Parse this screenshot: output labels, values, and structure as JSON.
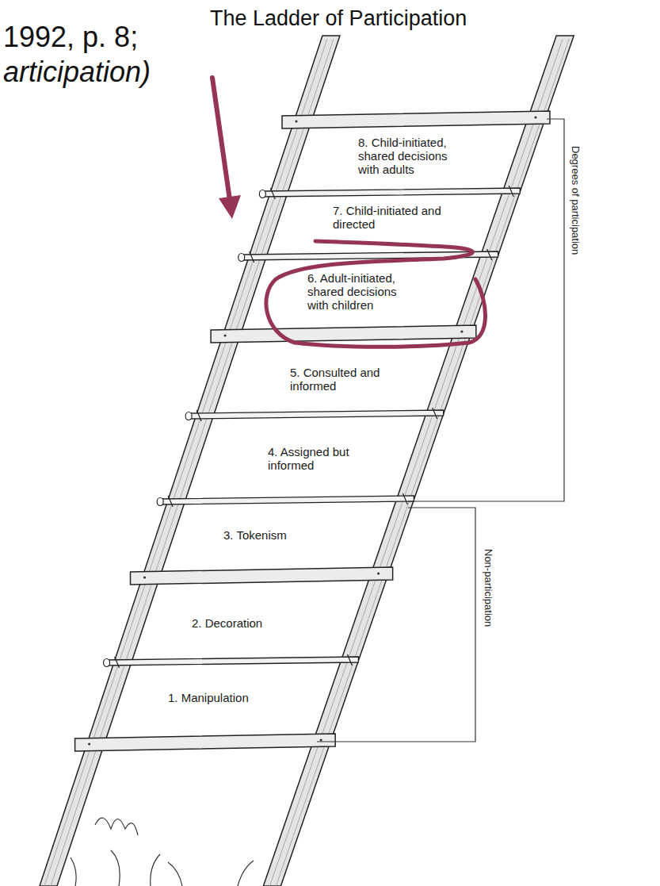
{
  "diagram": {
    "title": "The Ladder of Participation",
    "nodes": [
      {
        "text": [
          "8. Child-initiated, shared decisions with adults"
        ]
      },
      {
        "text": [
          "7. Child-initiated and directed"
        ]
      },
      {
        "text": [
          "6. Adult-initiated, shared decisions with children"
        ]
      },
      {
        "text": [
          "5. Consulted and informed"
        ]
      },
      {
        "text": [
          "4. Assigned but informed"
        ]
      },
      {
        "text": [
          "3. Tokenism"
        ]
      },
      {
        "text": [
          "2. Decoration"
        ]
      },
      {
        "text": [
          "1. Manipulation"
        ]
      }
    ],
    "labels": [
      "1992, p. 8;",
      "articipation)",
      "Degrees of participation",
      "Non-participation"
    ]
  }
}
